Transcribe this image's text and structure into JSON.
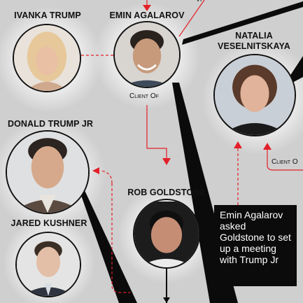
{
  "people": {
    "ivanka": {
      "name": "IVANKA TRUMP"
    },
    "emin": {
      "name": "EMIN AGALAROV"
    },
    "natalia": {
      "name_line1": "NATALIA",
      "name_line2": "VESELNITSKAYA"
    },
    "don_jr": {
      "name": "DONALD TRUMP JR"
    },
    "rob": {
      "name": "ROB GOLDSTONE"
    },
    "jared": {
      "name": "JARED KUSHNER"
    }
  },
  "relations": {
    "client_of_left": "Client Of",
    "client_of_right": "Client O",
    "vp": "VP"
  },
  "callout": {
    "text": "Emin Agalarov asked Goldstone to set up a meeting with Trump Jr"
  },
  "colors": {
    "background": "#cfcfcf",
    "connector_red": "#e32028",
    "line_black": "#0b0b0b",
    "callout_bg": "#0b0b0b"
  }
}
